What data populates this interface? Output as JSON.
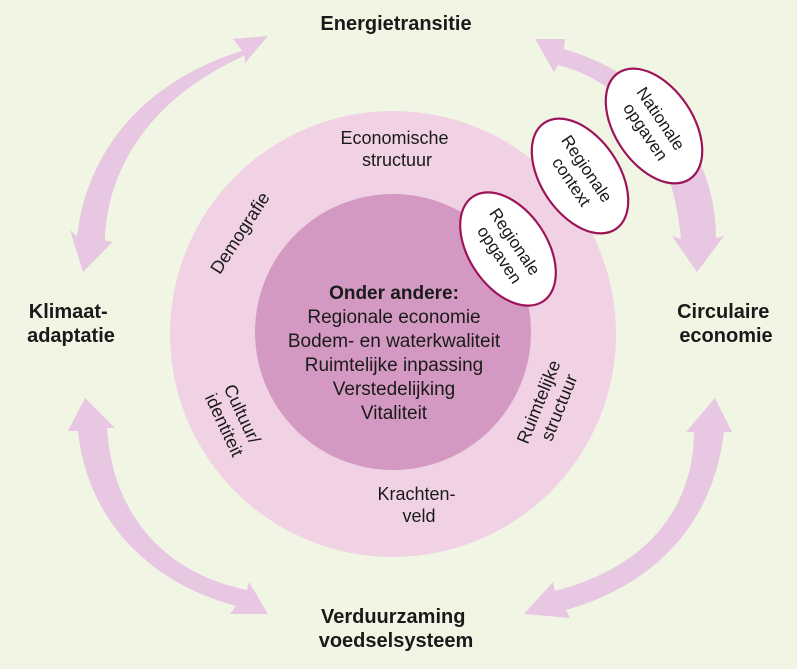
{
  "corners": {
    "top": [
      "Energietransitie"
    ],
    "left": [
      "Klimaat-",
      "adaptatie"
    ],
    "right": [
      "Circulaire",
      "economie"
    ],
    "bottom": [
      "Verduurzaming",
      "voedselsysteem"
    ]
  },
  "ring_labels": {
    "top": [
      "Economische",
      "structuur"
    ],
    "upper_left": [
      "Demografie"
    ],
    "lower_left": [
      "Cultuur/",
      "identiteit"
    ],
    "lower_right": [
      "Ruimtelijke",
      "structuur"
    ],
    "bottom": [
      "Krachten-",
      "veld"
    ]
  },
  "core": {
    "title": "Onder andere:",
    "items": [
      "Regionale economie",
      "Bodem- en waterkwaliteit",
      "Ruimtelijke inpassing",
      "Verstedelijking",
      "Vitaliteit"
    ]
  },
  "ellipses": [
    [
      "Nationale",
      "opgaven"
    ],
    [
      "Regionale",
      "context"
    ],
    [
      "Regionale",
      "opgaven"
    ]
  ],
  "colors": {
    "background": "#f1f5e4",
    "outer_ring": "#f1d2e5",
    "inner_circle": "#d399c2",
    "arrow": "#e7c7e2",
    "ellipse_stroke": "#9d1458",
    "ellipse_fill": "#ffffff"
  }
}
